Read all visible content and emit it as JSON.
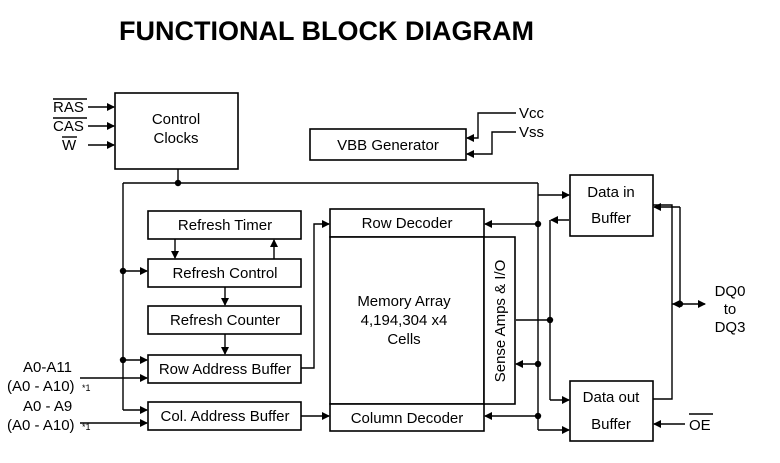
{
  "title": "FUNCTIONAL BLOCK DIAGRAM",
  "signals": {
    "ras": "RAS",
    "cas": "CAS",
    "w": "W",
    "vcc": "Vcc",
    "vss": "Vss",
    "addr1": "A0-A11",
    "addr1_alt": "(A0 - A10)",
    "addr2": "A0 - A9",
    "addr2_alt": "(A0 - A10)",
    "note_mark": "*1",
    "dq_top": "DQ0",
    "dq_mid": "to",
    "dq_bot": "DQ3",
    "oe": "OE"
  },
  "blocks": {
    "control_clocks_1": "Control",
    "control_clocks_2": "Clocks",
    "vbb_generator": "VBB Generator",
    "refresh_timer": "Refresh Timer",
    "refresh_control": "Refresh Control",
    "refresh_counter": "Refresh Counter",
    "row_address_buffer": "Row Address Buffer",
    "col_address_buffer": "Col. Address Buffer",
    "row_decoder": "Row Decoder",
    "column_decoder": "Column Decoder",
    "memory_array_1": "Memory Array",
    "memory_array_2": "4,194,304 x4",
    "memory_array_3": "Cells",
    "sense_amps": "Sense Amps & I/O",
    "data_in_1": "Data in",
    "data_in_2": "Buffer",
    "data_out_1": "Data out",
    "data_out_2": "Buffer"
  }
}
